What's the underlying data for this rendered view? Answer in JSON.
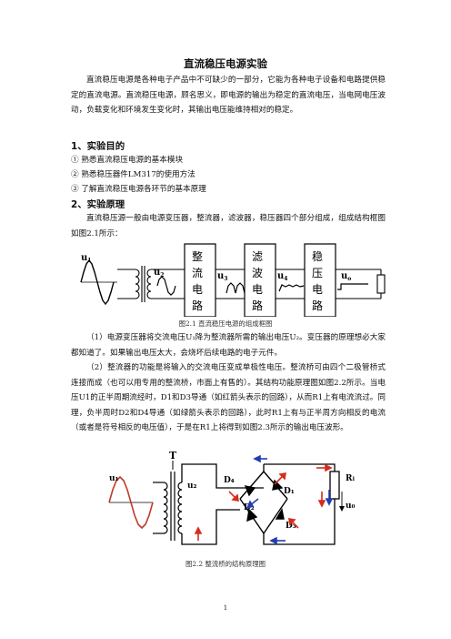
{
  "title": "直流稳压电源实验",
  "intro": "直流稳压电源是各种电子产品中不可缺少的一部分，它能为各种电子设备和电路提供稳定的直流电源。直流稳压电源，顾名思义，即电源的输出为稳定的直流电压，当电网电压波动，负载变化和环境发生变化时，其输出电压能维持相对的稳定。",
  "section1": {
    "heading": "1、实验目的",
    "items": [
      "① 熟悉直流稳压电源的基本模块",
      "② 熟悉稳压器件LM317的使用方法",
      "③ 了解直流稳压电源各环节的基本原理"
    ]
  },
  "section2": {
    "heading": "2、实验原理",
    "p1": "直流稳压源一般由电源变压器，整流器，滤波器，稳压器四个部分组成，组成结构框图如图2.1所示：",
    "fig1": {
      "labels": [
        "u",
        "u",
        "u",
        "u",
        "u"
      ],
      "subs": [
        "1",
        "2",
        "3",
        "4",
        "o"
      ],
      "boxes": [
        [
          "整",
          "流",
          "电",
          "路"
        ],
        [
          "滤",
          "波",
          "电",
          "路"
        ],
        [
          "稳",
          "压",
          "电",
          "路"
        ]
      ],
      "caption": "图2.1 直流稳压电源的组成框图"
    },
    "p2": "（1）电源变压器将交流电压U₁降为整流器所需的输出电压U₂。变压器的原理想必大家都知道了。如果输出电压太大，会烧坏后续电路的电子元件。",
    "p3": "（2）整流器的功能是将输入的交流电压变成单极性电压。整流桥可由四个二极管桥式连接而成（也可以用专用的整流桥，市面上有售的）。其结构功能原理图如图2.2所示。当电压U1的正半周期流经时，D1和D3导通（如红箭头表示的回路），从而R1上有电流流过。同理，负半周时D2和D4导通（如绿箭头表示的回路），此时R1上有与正半周方向相反的电流（或者是符号相反的电压值），于是在R1上将得到如图2.3所示的输出电压波形。",
    "fig2": {
      "T": "T",
      "u1": "u₁",
      "u2": "u₂",
      "D4": "D₄",
      "D1": "D₁",
      "D2": "D₂",
      "D3": "D₃",
      "RL": "Rₗ",
      "uo": "u₀",
      "caption": "图2.2 整流桥的结构原理图"
    }
  },
  "page_number": "1"
}
